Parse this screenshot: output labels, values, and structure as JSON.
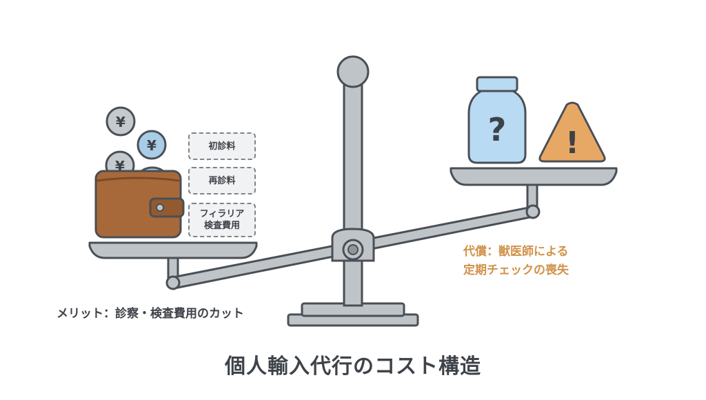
{
  "title": "個人輸入代行のコスト構造",
  "left_side": {
    "merit_label": "メリット：診察・検査費用のカット",
    "fee_items": [
      {
        "lines": [
          "初診料"
        ]
      },
      {
        "lines": [
          "再診料"
        ]
      },
      {
        "lines": [
          "フィラリア",
          "検査費用"
        ]
      }
    ],
    "coin_symbol": "¥",
    "icons": [
      "wallet-icon",
      "yen-coin-icon"
    ]
  },
  "right_side": {
    "cost_label_lines": [
      "代償：獣医師による",
      "定期チェックの喪失"
    ],
    "bottle_symbol": "?",
    "warning_symbol": "!",
    "icons": [
      "medicine-bottle-icon",
      "warning-icon"
    ]
  },
  "colors": {
    "metal": "#bfc4c9",
    "outline": "#4a4f55",
    "wallet": "#a8693a",
    "coin_gray": "#c5cace",
    "coin_blue": "#a9cde6",
    "bottle": "#b8daf2",
    "warning": "#e8a865",
    "cost_text": "#d1924a"
  }
}
